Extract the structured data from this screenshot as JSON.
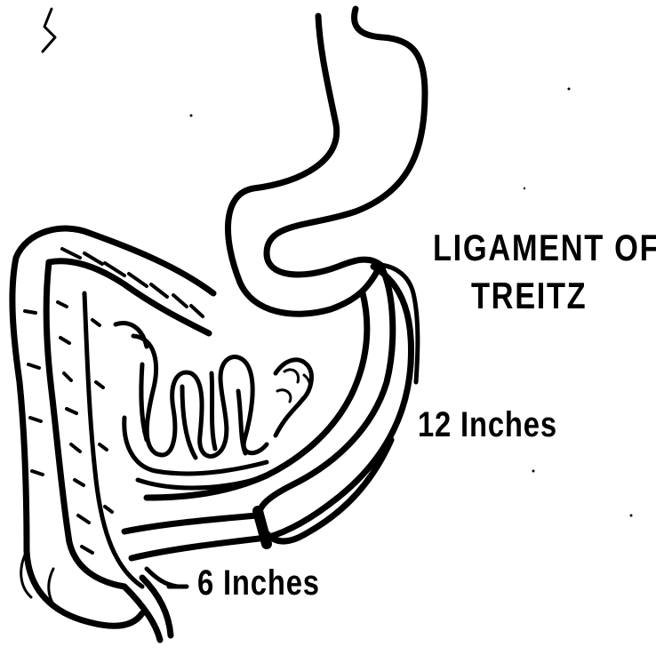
{
  "labels": {
    "ligament_line1": "LIGAMENT OF",
    "ligament_line2": "TREITZ",
    "twelve_inches": "12 Inches",
    "six_inches": "6 Inches"
  },
  "colors": {
    "ink": "#000000",
    "paper": "#ffffff"
  }
}
